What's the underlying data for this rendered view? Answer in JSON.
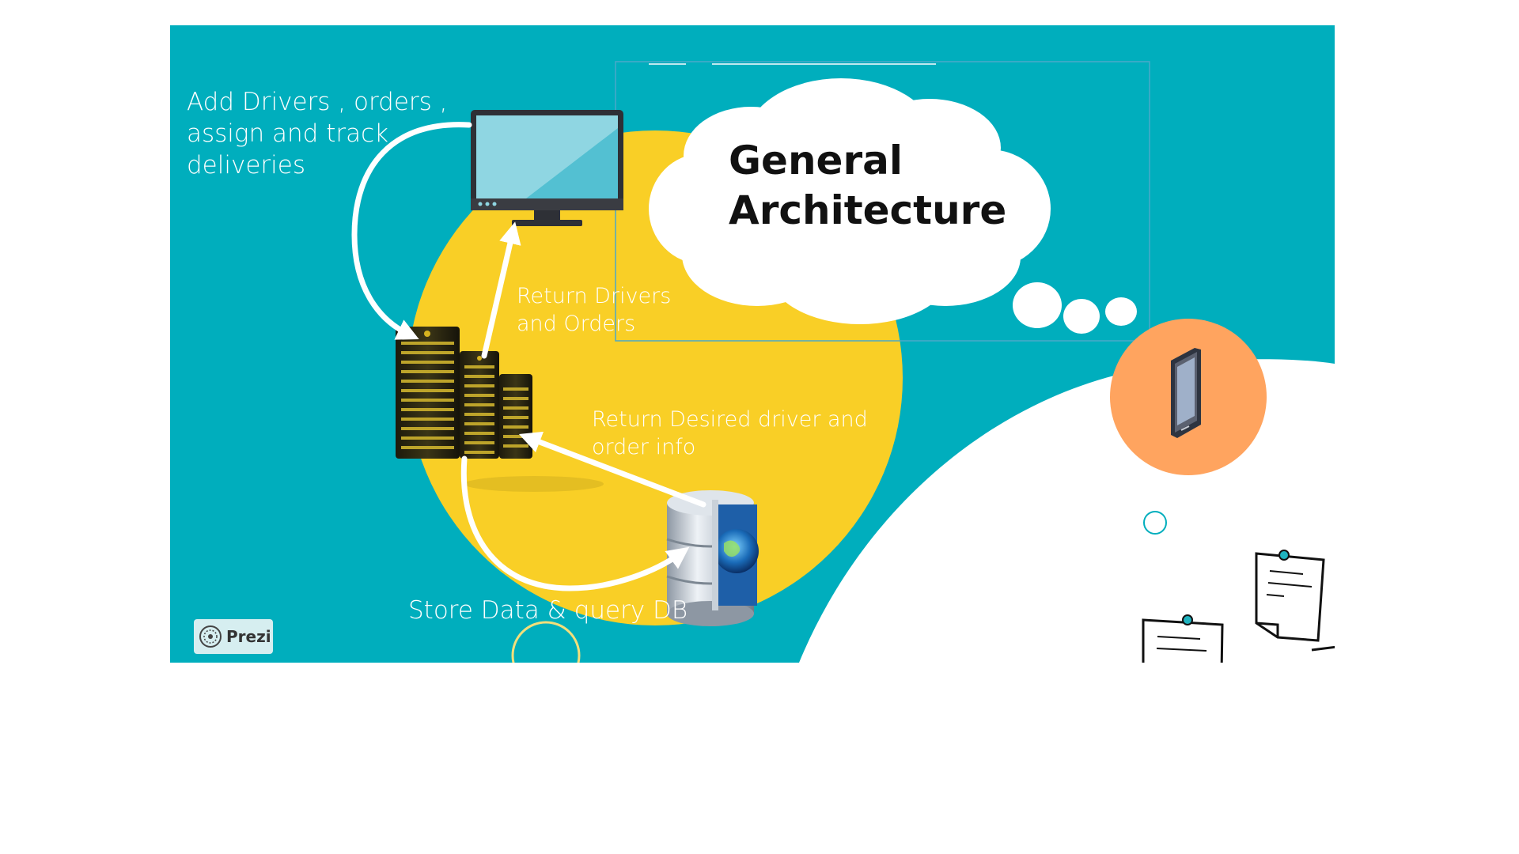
{
  "slide": {
    "title": "General\nArchitecture",
    "captions": {
      "add_drivers": "Add Drivers , orders , assign and track deliveries",
      "return_drivers_orders": "Return Drivers and Orders",
      "return_desired_driver": "Return Desired driver and order info",
      "store_data": "Store Data & query DB"
    },
    "branding": {
      "prezi_label": "Prezi"
    },
    "icons": [
      "desktop-monitor-icon",
      "server-rack-icon",
      "globe-database-icon",
      "smartphone-icon",
      "sticky-note-icon",
      "thought-cloud"
    ],
    "colors": {
      "background": "#00aebd",
      "circle": "#f9cf26",
      "cloud": "#ffffff",
      "phone_circle": "#ffa45f",
      "arrows": "#ffffff"
    }
  }
}
